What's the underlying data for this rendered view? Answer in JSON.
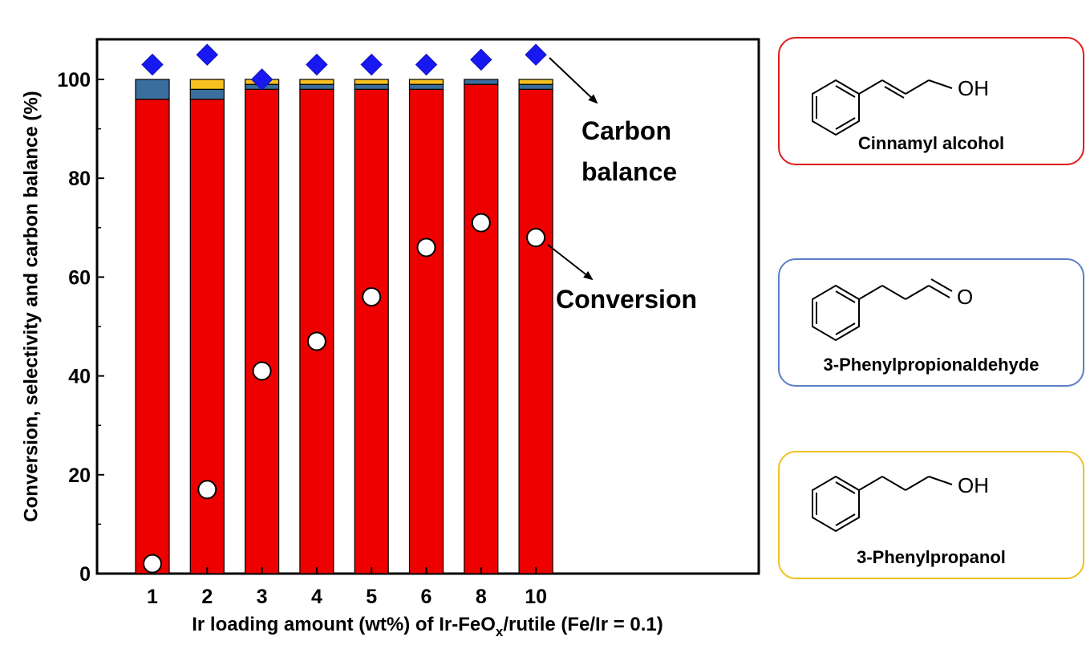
{
  "chart_data": {
    "type": "bar",
    "categories": [
      "1",
      "2",
      "3",
      "4",
      "5",
      "6",
      "8",
      "10"
    ],
    "ylabel": "Conversion, selectivity and carbon balance (%)",
    "xlabel_parts": {
      "main": "Ir loading amount (wt%) of Ir-FeO",
      "sub": "x",
      "tail": "/rutile (Fe/Ir = 0.1)"
    },
    "ylim": [
      0,
      107
    ],
    "yticks": [
      0,
      20,
      40,
      60,
      80,
      100
    ],
    "series": [
      {
        "name": "Cinnamyl alcohol",
        "color": "#ee0000",
        "values": [
          96,
          96,
          98,
          98,
          98,
          98,
          99,
          98
        ]
      },
      {
        "name": "3-Phenylpropionaldehyde",
        "color": "#3a6e9e",
        "values": [
          4,
          2,
          1,
          1,
          1,
          1,
          1,
          1
        ]
      },
      {
        "name": "3-Phenylpropanol",
        "color": "#f8c020",
        "values": [
          0,
          2,
          1,
          1,
          1,
          1,
          0,
          1
        ]
      }
    ],
    "conversion": [
      2,
      17,
      41,
      47,
      56,
      66,
      71,
      68
    ],
    "carbon_balance": [
      103,
      105,
      100,
      103,
      103,
      103,
      104,
      105
    ],
    "annotations": {
      "carbon_balance": [
        "Carbon",
        "balance"
      ],
      "conversion": "Conversion"
    },
    "grid": false
  },
  "legend": [
    {
      "name": "Cinnamyl alcohol",
      "border": "#e21b1b",
      "molecule": "cinnamyl-alcohol",
      "group_label": "OH"
    },
    {
      "name": "3-Phenylpropionaldehyde",
      "border": "#5b7fc8",
      "molecule": "phenylpropionaldehyde",
      "group_label": "O"
    },
    {
      "name": "3-Phenylpropanol",
      "border": "#f0c020",
      "molecule": "phenylpropanol",
      "group_label": "OH"
    }
  ]
}
